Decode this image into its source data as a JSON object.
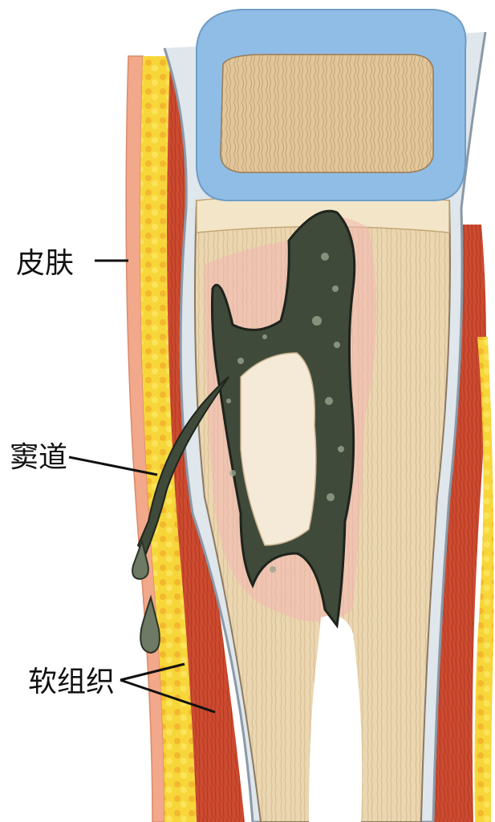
{
  "labels": {
    "skin": "皮肤",
    "sinus": "窦道",
    "soft_tissue": "软组织"
  },
  "colors": {
    "skin": "#f2a88a",
    "fat": "#f6d335",
    "muscle": "#c9452c",
    "periosteum": "#cfd7df",
    "cortex": "#e6cfa8",
    "marrow": "#f1e2c7",
    "cartilage": "#8fbde6",
    "sequestrum": "#3f4a3a",
    "inflamed": "#f2b7b3"
  },
  "icons": [
    "bone-cross-section-illustration",
    "pus-drop-icon"
  ]
}
